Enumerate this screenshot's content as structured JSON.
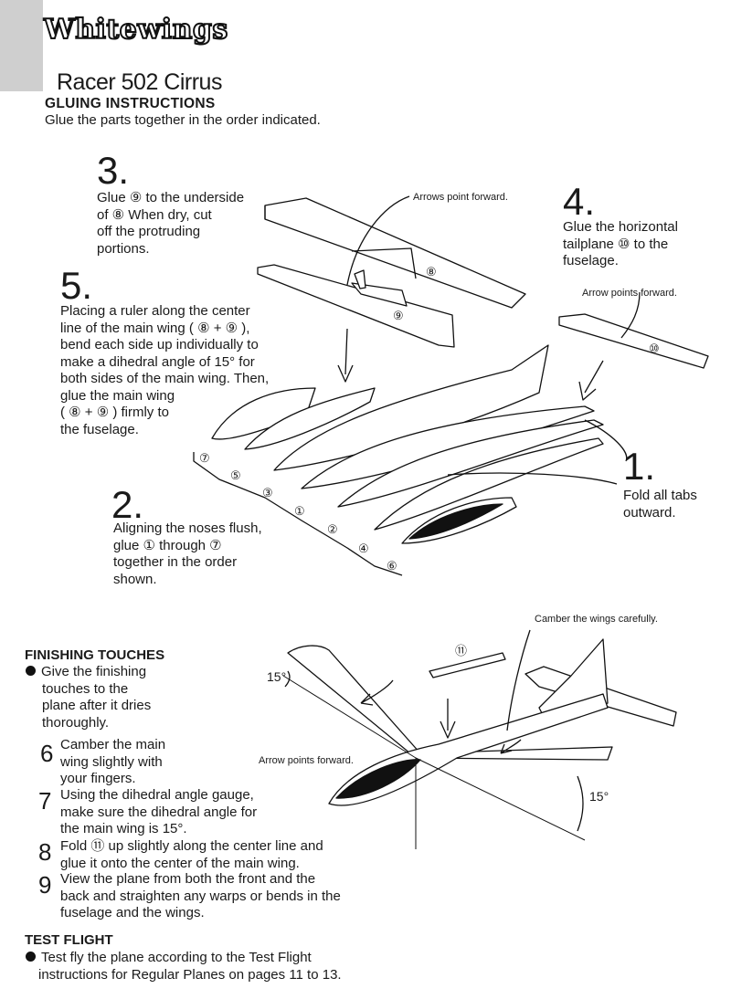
{
  "header": {
    "brand": "Whitewings",
    "model": "Racer 502 Cirrus",
    "section_title": "GLUING INSTRUCTIONS",
    "intro": "Glue the parts together in the order indicated."
  },
  "steps": {
    "s1": {
      "num": "1.",
      "lines": [
        "Fold all tabs",
        "outward."
      ]
    },
    "s2": {
      "num": "2.",
      "lines": [
        "Aligning the noses flush,",
        "glue ① through ⑦",
        "together in the order",
        "shown."
      ]
    },
    "s3": {
      "num": "3.",
      "lines": [
        "Glue ⑨ to the underside",
        "of ⑧    When dry, cut",
        "off the protruding",
        "portions."
      ]
    },
    "s4": {
      "num": "4.",
      "lines": [
        "Glue the horizontal",
        "tailplane ⑩ to the",
        "fuselage."
      ]
    },
    "s5": {
      "num": "5.",
      "lines": [
        "Placing a ruler along the center",
        "line of the main wing ( ⑧ + ⑨ ),",
        "bend each side up individually to",
        "make a dihedral angle of 15° for",
        "both sides of the main wing. Then,",
        "glue the main wing",
        "( ⑧ + ⑨ ) firmly to",
        " the fuselage."
      ]
    }
  },
  "diagram_labels": {
    "arrows_forward_top": "Arrows point forward.",
    "arrow_forward_tail": "Arrow points forward.",
    "camber": "Camber the wings carefully.",
    "arrow_forward_plane": "Arrow points forward.",
    "angle_left": "15°",
    "angle_right": "15°",
    "part8": "⑧",
    "part9": "⑨",
    "part10": "⑩",
    "part11": "⑪",
    "layer1": "①",
    "layer2": "②",
    "layer3": "③",
    "layer4": "④",
    "layer5": "⑤",
    "layer6": "⑥",
    "layer7": "⑦"
  },
  "finishing": {
    "title": "FINISHING TOUCHES",
    "bullet_lines": [
      "Give the finishing",
      "touches to the",
      "plane after it dries",
      "thoroughly."
    ],
    "s6": {
      "num": "6",
      "lines": [
        "Camber the main",
        "wing slightly with",
        "your fingers."
      ]
    },
    "s7": {
      "num": "7",
      "lines": [
        "Using the dihedral angle gauge,",
        "make sure the dihedral angle for",
        "the main wing is 15°."
      ]
    },
    "s8": {
      "num": "8",
      "lines": [
        "Fold ⑪ up slightly along the center line and",
        "glue it onto the center of the main wing."
      ]
    },
    "s9": {
      "num": "9",
      "lines": [
        "View the plane from both the front and the",
        "back and straighten any warps or bends in the",
        "fuselage and the wings."
      ]
    }
  },
  "test_flight": {
    "title": "TEST FLIGHT",
    "lines": [
      "Test fly the plane according to the Test Flight",
      "instructions for Regular Planes on pages 11 to 13."
    ]
  }
}
